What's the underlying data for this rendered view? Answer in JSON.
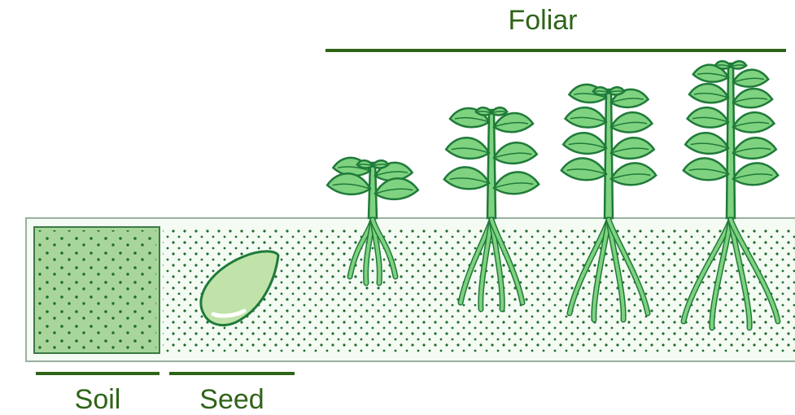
{
  "labels": {
    "foliar": "Foliar",
    "soil": "Soil",
    "seed": "Seed"
  },
  "colors": {
    "label_green": "#2f6418",
    "plant_fill": "#7fd27f",
    "plant_stroke": "#1f7a3a",
    "leaf_highlight": "#b9ecb4",
    "soil_box_fill": "#a8d69a",
    "soil_dots": "#1f6b2e",
    "strip_fill": "#f4fbf3",
    "strip_stroke": "#9ab0a0",
    "seed_fill": "#bfe3a8"
  },
  "icons": [
    "soil-sample-box",
    "seed-icon",
    "seedling-icon",
    "plant-icon"
  ]
}
